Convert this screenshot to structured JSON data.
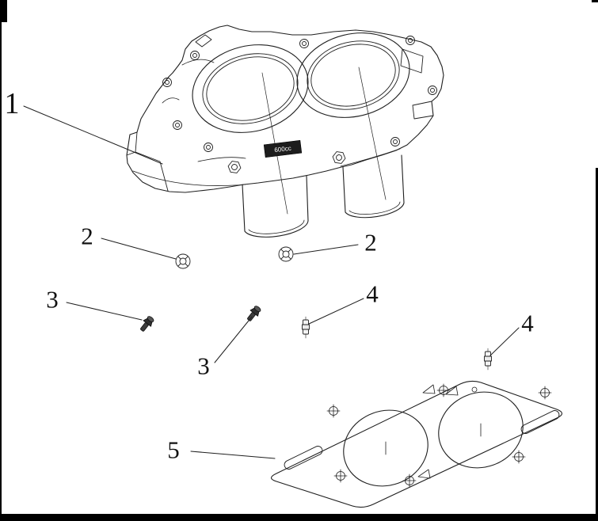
{
  "figure": {
    "block_plate_text": "600cc",
    "callouts": [
      {
        "label": "1"
      },
      {
        "label": "2"
      },
      {
        "label": "2"
      },
      {
        "label": "3"
      },
      {
        "label": "3"
      },
      {
        "label": "4"
      },
      {
        "label": "4"
      },
      {
        "label": "5"
      }
    ]
  }
}
